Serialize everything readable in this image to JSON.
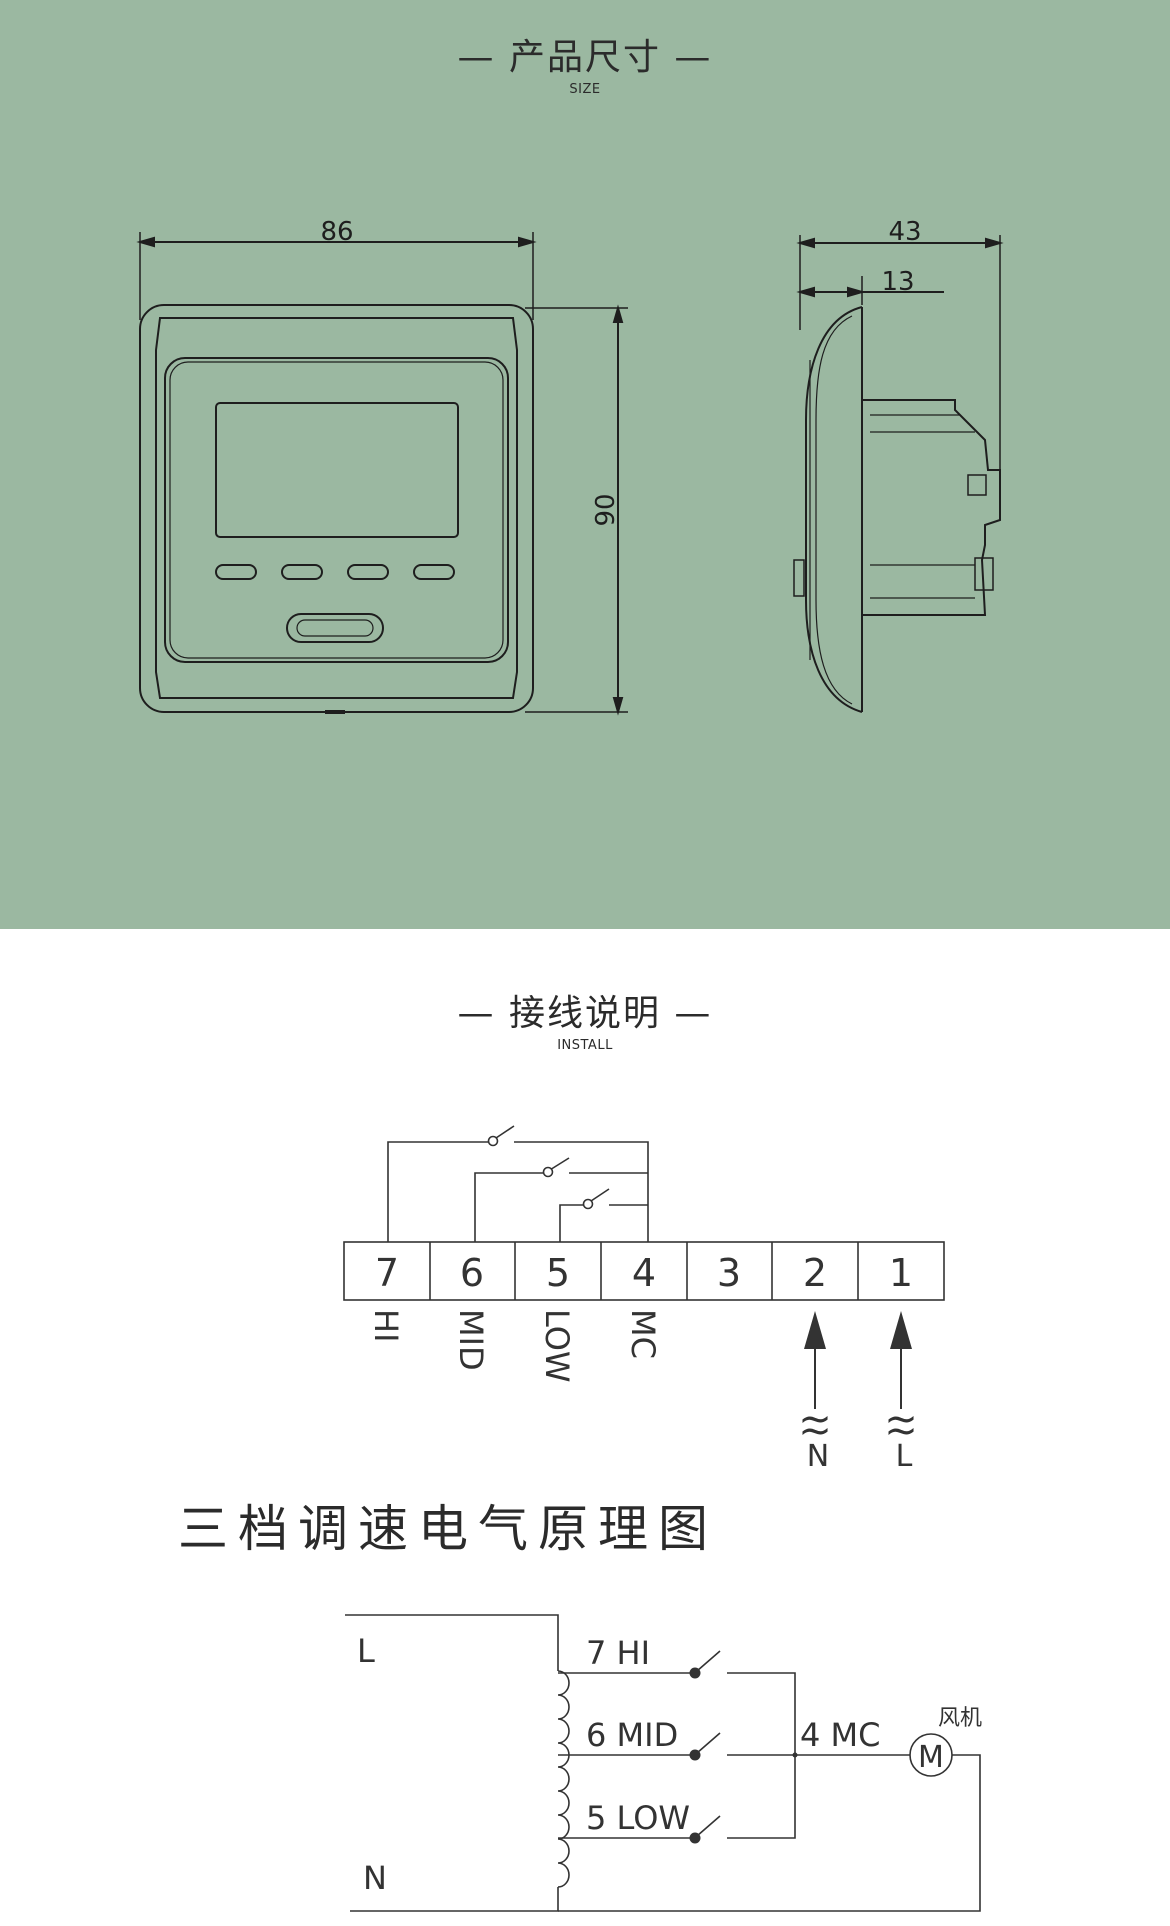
{
  "size_section": {
    "title": "— 产品尺寸 —",
    "subtitle": "SIZE",
    "dim_width": "86",
    "dim_height": "90",
    "dim_depth": "43",
    "dim_front_depth": "13",
    "bg_color": "#9bb8a1"
  },
  "install_section": {
    "title": "— 接线说明 —",
    "subtitle": "INSTALL",
    "terminals": [
      "7",
      "6",
      "5",
      "4",
      "3",
      "2",
      "1"
    ],
    "terminal_labels": [
      "HI",
      "MID",
      "LOW",
      "MC"
    ],
    "power_labels": [
      "N",
      "L"
    ],
    "tilde": "~",
    "schematic_title": "三档调速电气原理图",
    "schematic": {
      "line_L": "L",
      "line_N": "N",
      "tap_hi": "7 HI",
      "tap_mid": "6 MID",
      "tap_low": "5 LOW",
      "common": "4 MC",
      "motor_symbol": "M",
      "motor_label": "风机"
    }
  }
}
